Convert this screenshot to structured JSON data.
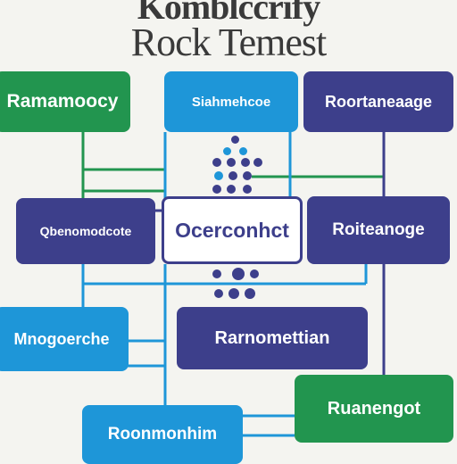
{
  "title": {
    "line1": "Komblccrify",
    "line2": "Rock Temest"
  },
  "colors": {
    "green": "#22954f",
    "blue": "#1e96d8",
    "navy": "#3d3f8b",
    "title": "#3a3a3a",
    "background": "#f4f4f0"
  },
  "nodes": [
    {
      "id": "n1",
      "label": "Ramamoocy"
    },
    {
      "id": "n2",
      "label": "Siahmehcoe"
    },
    {
      "id": "n3",
      "label": "Roortaneaage"
    },
    {
      "id": "n4",
      "label": "Qbenomodcote"
    },
    {
      "id": "n5",
      "label": "Ocerconhct"
    },
    {
      "id": "n6",
      "label": "Roiteanoge"
    },
    {
      "id": "n7",
      "label": "Mnogoerche"
    },
    {
      "id": "n8",
      "label": "Rarnomettian"
    },
    {
      "id": "n9",
      "label": "Roonmonhim"
    },
    {
      "id": "n10",
      "label": "Ruanengot"
    }
  ]
}
